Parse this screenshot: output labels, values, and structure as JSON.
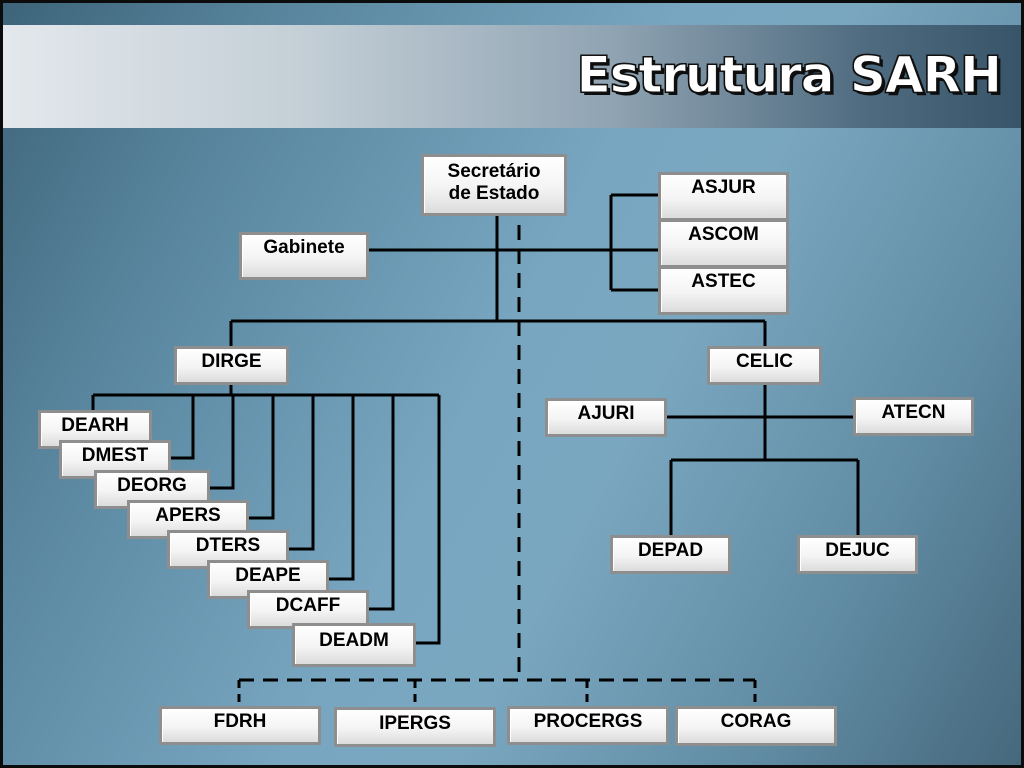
{
  "title": "Estrutura SARH",
  "nodes": {
    "secretario": {
      "line1": "Secretário",
      "line2": "de Estado"
    },
    "gabinete": "Gabinete",
    "asjur": "ASJUR",
    "ascom": "ASCOM",
    "astec": "ASTEC",
    "dirge": "DIRGE",
    "celic": "CELIC",
    "ajuri": "AJURI",
    "atecn": "ATECN",
    "depad": "DEPAD",
    "dejuc": "DEJUC",
    "dirge_departments": [
      "DEARH",
      "DMEST",
      "DEORG",
      "APERS",
      "DTERS",
      "DEAPE",
      "DCAFF",
      "DEADM"
    ],
    "linked_bodies": [
      "FDRH",
      "IPERGS",
      "PROCERGS",
      "CORAG"
    ]
  },
  "colors": {
    "background": "#78a6c0",
    "title_bar_start": "#e3e8ec",
    "title_bar_end": "#385468",
    "box_border": "#8e8e8e",
    "connector": "#000000"
  }
}
